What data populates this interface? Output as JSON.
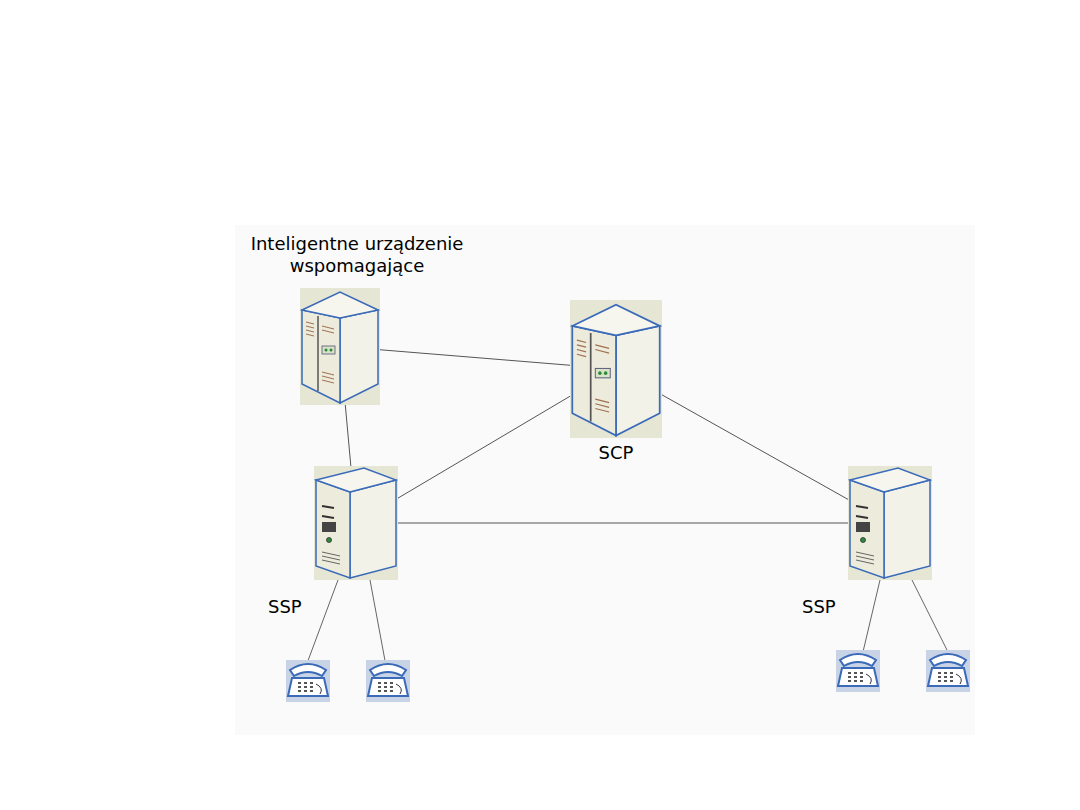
{
  "diagram": {
    "nodes": [
      {
        "text": [
          "Inteligentne urządzenie wspomagające"
        ]
      },
      {
        "text": [
          "SCP"
        ]
      },
      {
        "text": [
          "SSP"
        ]
      },
      {
        "text": [
          "SSP"
        ]
      }
    ],
    "edges": [
      {
        "from": 0,
        "to": 1,
        "arrow": "none"
      },
      {
        "from": 0,
        "to": 2,
        "arrow": "none"
      },
      {
        "from": 2,
        "to": 1,
        "arrow": "none"
      },
      {
        "from": 2,
        "to": 3,
        "arrow": "none"
      },
      {
        "from": 1,
        "to": 3,
        "arrow": "none"
      }
    ]
  }
}
